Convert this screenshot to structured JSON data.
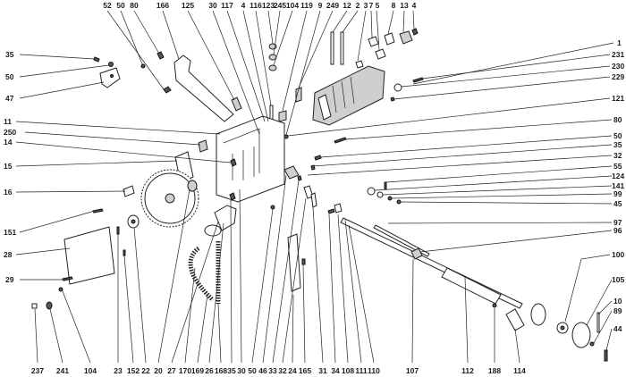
{
  "labels": {
    "l52": "52",
    "l50a": "50",
    "l80a": "80",
    "l166": "166",
    "l125": "125",
    "l30a": "30",
    "l117": "117",
    "l4a": "4",
    "l116": "116",
    "l123": "123",
    "l245": "245",
    "l104a": "104",
    "l119": "119",
    "l9": "9",
    "l249": "249",
    "l12": "12",
    "l2": "2",
    "l3": "3",
    "l7": "7",
    "l5": "5",
    "l8": "8",
    "l13": "13",
    "l4b": "4",
    "l35a": "35",
    "l50b": "50",
    "l47": "47",
    "l11": "11",
    "l250": "250",
    "l14": "14",
    "l15": "15",
    "l16": "16",
    "l151": "151",
    "l28": "28",
    "l29": "29",
    "l1": "1",
    "l231": "231",
    "l230": "230",
    "l229": "229",
    "l121": "121",
    "l80b": "80",
    "l50c": "50",
    "l35b": "35",
    "l32a": "32",
    "l55": "55",
    "l124": "124",
    "l141": "141",
    "l99": "99",
    "l45": "45",
    "l97": "97",
    "l96": "96",
    "l100": "100",
    "l105": "105",
    "l10": "10",
    "l89": "89",
    "l44": "44",
    "l237": "237",
    "l241": "241",
    "l104b": "104",
    "l23": "23",
    "l152": "152",
    "l22": "22",
    "l20": "20",
    "l27": "27",
    "l170": "170",
    "l169": "169",
    "l26": "26",
    "l168": "168",
    "l35c": "35",
    "l30b": "30",
    "l50d": "50",
    "l46": "46",
    "l33": "33",
    "l32b": "32",
    "l24": "24",
    "l165": "165",
    "l31": "31",
    "l34": "34",
    "l108": "108",
    "l111": "111",
    "l110": "110",
    "l107": "107",
    "l112": "112",
    "l188": "188",
    "l114": "114"
  }
}
